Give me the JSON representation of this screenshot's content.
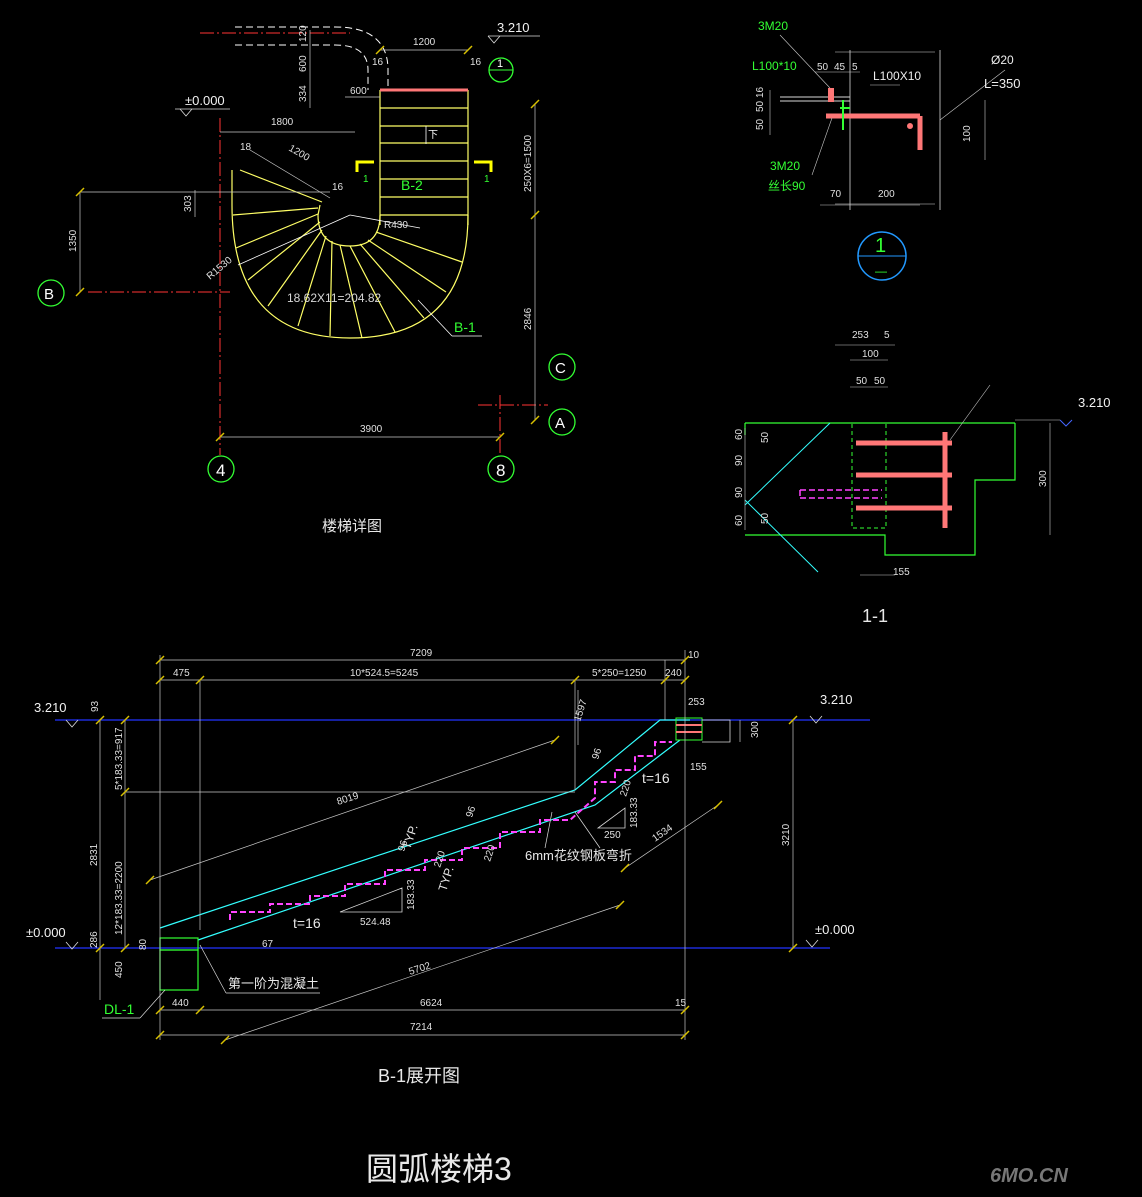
{
  "plan": {
    "caption": "楼梯详图",
    "elev_top": "3.210",
    "elev_zero": "±0.000",
    "dims": {
      "d120": "120",
      "d600a": "600",
      "d334": "334",
      "d600b": "600",
      "d1200": "1200",
      "d16a": "16",
      "d16b": "16",
      "d1800": "1800",
      "d1200b": "1200",
      "d18": "18",
      "d16c": "16",
      "d303": "303",
      "d1350": "1350",
      "d250x6": "250X6=1500",
      "d2846": "2846",
      "d3900": "3900",
      "r1530": "R1530",
      "r430": "R430",
      "arc_text": "18.62X11=204.82",
      "down": "下"
    },
    "grid": {
      "g4": "4",
      "g8": "8",
      "gA": "A",
      "gB": "B",
      "gC": "C",
      "g1": "1"
    },
    "tags": {
      "b2": "B-2",
      "b1": "B-1",
      "sec1a": "1",
      "sec1b": "1"
    }
  },
  "detail1": {
    "bolts_top": "3M20",
    "angle_a": "L100*10",
    "angle_b": "L100X10",
    "dims": {
      "d50": "50",
      "d45": "45",
      "d5": "5",
      "d16": "16",
      "d50b": "50",
      "d50c": "50",
      "d100": "100",
      "d70": "70",
      "d200": "200"
    },
    "rod": "Ø20",
    "rod_len": "L=350",
    "bolts_bot": "3M20",
    "bolt_len": "丝长90",
    "mark_top": "1",
    "mark_bot": "—"
  },
  "section11": {
    "caption": "1-1",
    "elev": "3.210",
    "dims": {
      "d253": "253",
      "d5": "5",
      "d100": "100",
      "d50a": "50",
      "d50b": "50",
      "d60a": "60",
      "d50c": "50",
      "d90a": "90",
      "d90b": "90",
      "d60b": "60",
      "d50d": "50",
      "d300": "300",
      "d155": "155"
    }
  },
  "elevation": {
    "caption": "B-1展开图",
    "elev_top_left": "3.210",
    "elev_top_right": "3.210",
    "elev_zero_left": "±0.000",
    "elev_zero_right": "±0.000",
    "dims": {
      "d7209": "7209",
      "d10": "10",
      "d475": "475",
      "d10x524": "10*524.5=5245",
      "d5x250": "5*250=1250",
      "d240": "240",
      "d253": "253",
      "d93": "93",
      "d5x183": "5*183.33=917",
      "d2831": "2831",
      "d12x183": "12*183.33=2200",
      "d286": "286",
      "d450": "450",
      "d80": "80",
      "d8019": "8019",
      "d1597": "1597",
      "d300": "300",
      "d155": "155",
      "d3210": "3210",
      "d1534": "1534",
      "d5702": "5702",
      "d440": "440",
      "d6624": "6624",
      "d15": "15",
      "d7214": "7214",
      "d67": "67",
      "typ1": "TYP.",
      "typ2": "TYP.",
      "t16a": "t=16",
      "t16b": "t=16",
      "tri1a": "524.48",
      "tri1b": "183.33",
      "tri2a": "250",
      "tri2b": "183.33",
      "s96a": "96",
      "s96b": "96",
      "s96c": "96",
      "s22a": "220",
      "s22b": "220",
      "s22c": "220"
    },
    "plate_note": "6mm花纹钢板弯折",
    "first_step_note": "第一阶为混凝土",
    "beam_tag": "DL-1"
  },
  "main_title": "圆弧楼梯3",
  "watermark": "6MO.CN",
  "colors": {
    "dim_line": "#c8c8c8",
    "dim_tick": "#d8c000",
    "stair": "#ffff66",
    "stair_cyan": "#33ffff",
    "steel_pink": "#ff7777",
    "magenta": "#ff44ff",
    "green": "#33ff33",
    "grid_red": "#ff3333",
    "blue_line": "#2233ff",
    "white_text": "#f0f0f0",
    "title_text": "#e8e8e8"
  }
}
